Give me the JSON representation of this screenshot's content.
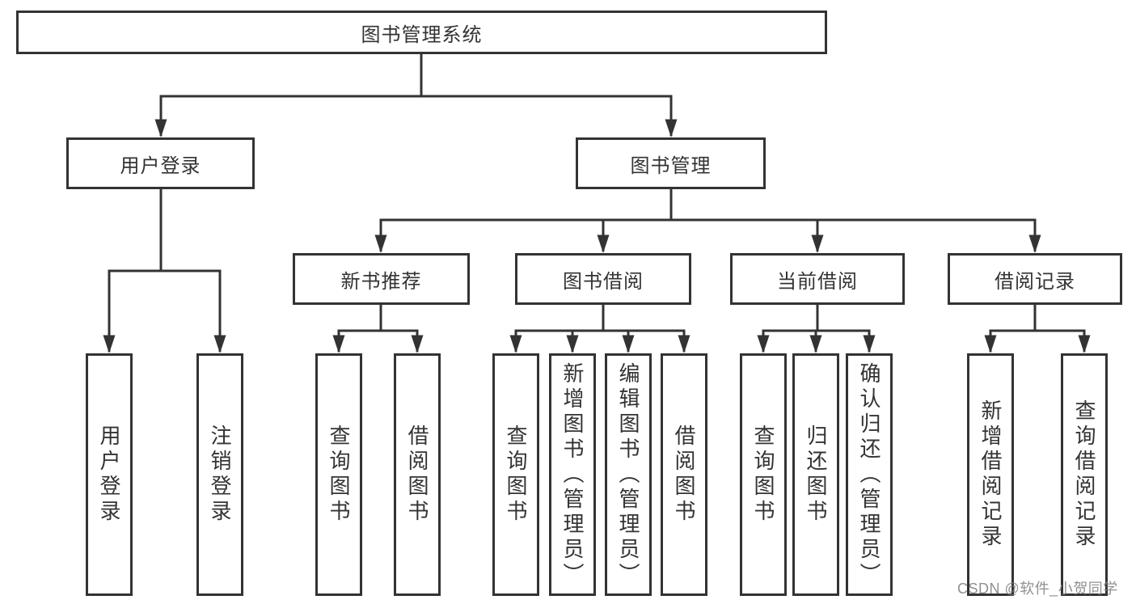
{
  "diagram": {
    "title": "图书管理系统",
    "branches": [
      {
        "label": "用户登录",
        "children": [
          {
            "label": "用户登录"
          },
          {
            "label": "注销登录"
          }
        ]
      },
      {
        "label": "图书管理",
        "children": [
          {
            "label": "新书推荐",
            "children": [
              {
                "label": "查询图书"
              },
              {
                "label": "借阅图书"
              }
            ]
          },
          {
            "label": "图书借阅",
            "children": [
              {
                "label": "查询图书"
              },
              {
                "label": "新增图书（管理员）"
              },
              {
                "label": "编辑图书（管理员）"
              },
              {
                "label": "借阅图书"
              }
            ]
          },
          {
            "label": "当前借阅",
            "children": [
              {
                "label": "查询图书"
              },
              {
                "label": "归还图书"
              },
              {
                "label": "确认归还（管理员）"
              }
            ]
          },
          {
            "label": "借阅记录",
            "children": [
              {
                "label": "新增借阅记录"
              },
              {
                "label": "查询借阅记录"
              }
            ]
          }
        ]
      }
    ]
  },
  "watermark": "CSDN @软件_小贺同学",
  "colors": {
    "line": "#333333",
    "box_border": "#333333",
    "text": "#333333",
    "watermark": "#7d7d7d",
    "background": "#ffffff"
  }
}
